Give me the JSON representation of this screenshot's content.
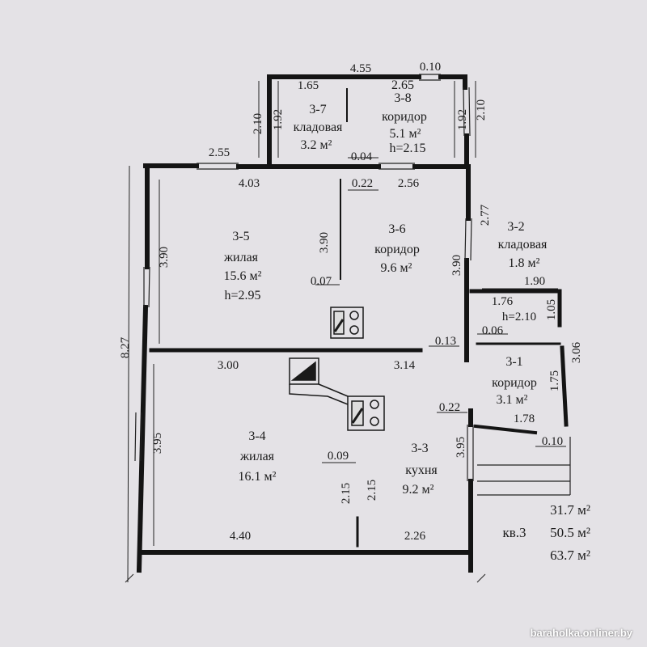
{
  "rooms": [
    {
      "id": "3-7",
      "lines": [
        "3-7",
        "кладовая",
        "3.2 м²"
      ]
    },
    {
      "id": "3-8",
      "lines": [
        "2.65",
        "3-8",
        "коридор",
        "5.1 м²",
        "h=2.15"
      ]
    },
    {
      "id": "3-5",
      "lines": [
        "3-5",
        "жилая",
        "15.6 м²",
        "h=2.95"
      ]
    },
    {
      "id": "3-6",
      "lines": [
        "3-6",
        "коридор",
        "9.6 м²"
      ]
    },
    {
      "id": "3-2",
      "lines": [
        "3-2",
        "кладовая",
        "1.8 м²"
      ]
    },
    {
      "id": "3-1",
      "lines": [
        "3-1",
        "коридор",
        "3.1 м²"
      ]
    },
    {
      "id": "3-4",
      "lines": [
        "3-4",
        "жилая",
        "16.1 м²"
      ]
    },
    {
      "id": "3-3",
      "lines": [
        "3-3",
        "кухня",
        "9.2 м²"
      ]
    }
  ],
  "dimensions": [
    "4.55",
    "0.10",
    "1.65",
    "2.10",
    "1.92",
    "1.92",
    "2.10",
    "2.55",
    "0.04",
    "4.03",
    "0.22",
    "2.56",
    "2.77",
    "3.90",
    "3.90",
    "3.90",
    "0.07",
    "1.90",
    "1.76",
    "h=2.10",
    "1.05",
    "0.06",
    "0.13",
    "3.06",
    "3.00",
    "3.14",
    "1.75",
    "8.27",
    "0.22",
    "1.78",
    "0.10",
    "3.95",
    "3.95",
    "0.09",
    "2.15",
    "2.15",
    "4.40",
    "2.26"
  ],
  "summary": {
    "line1": "31.7 м²",
    "apartment": "кв.3",
    "line2": "50.5 м²",
    "line3": "63.7 м²"
  },
  "watermark": "baraholka.onliner.by"
}
